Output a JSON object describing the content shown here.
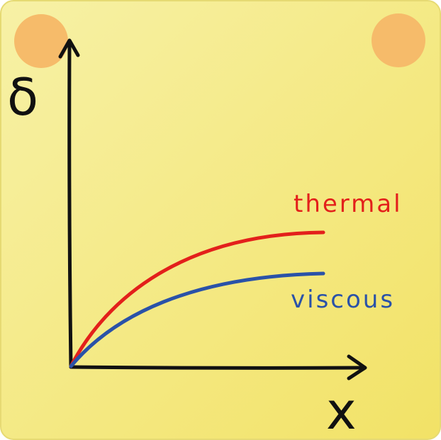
{
  "card": {
    "background_gradient": [
      "#F7F1A6",
      "#F2E266"
    ],
    "border_color": "#E6DA73",
    "pin_color": "#F6BB6A"
  },
  "axes": {
    "y_label": "δ",
    "x_label": "x",
    "color": "#111111"
  },
  "curves": [
    {
      "label": "thermal",
      "color": "#E3201B"
    },
    {
      "label": "viscous",
      "color": "#2A52A8"
    }
  ]
}
